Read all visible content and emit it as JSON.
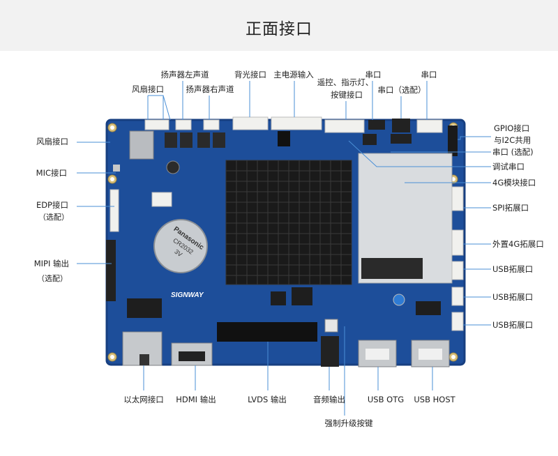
{
  "title": "正面接口",
  "labels": {
    "fan_top": "风扇接口",
    "speaker_left": "扬声器左声道",
    "speaker_right": "扬声器右声道",
    "backlight": "背光接口",
    "main_power": "主电源输入",
    "remote_line1": "遥控、指示灯、",
    "remote_line2": "按键接口",
    "serial_top1": "串口",
    "serial_optional": "串口（选配）",
    "serial_top2": "串口",
    "gpio_line1": "GPIO接口",
    "gpio_line2": "与I2C共用",
    "serial_optional_right": "串口 (选配)",
    "debug_serial": "调试串口",
    "module_4g": "4G模块接口",
    "spi_ext": "SPI拓展口",
    "ext_4g": "外置4G拓展口",
    "usb_ext1": "USB拓展口",
    "usb_ext2": "USB拓展口",
    "usb_ext3": "USB拓展口",
    "fan_left": "风扇接口",
    "mic": "MIC接口",
    "edp": "EDP接口",
    "edp_opt": "（选配）",
    "mipi": "MIPI 输出",
    "mipi_opt": "（选配）",
    "ethernet": "以太网接口",
    "hdmi": "HDMI 输出",
    "lvds": "LVDS 输出",
    "audio": "音频输出",
    "usb_otg": "USB OTG",
    "usb_host": "USB HOST",
    "force_upgrade": "强制升级按键"
  },
  "board_prints": {
    "battery_brand": "Panasonic",
    "battery_model": "CR2032",
    "battery_volt": "3V",
    "logo": "SIGNWAY"
  },
  "colors": {
    "board": "#1d4e9a",
    "board_edge": "#173f80",
    "heatsink": "#1a1a1a",
    "leader_line": "#4a8fd6",
    "connector": "#f1f1ee"
  }
}
